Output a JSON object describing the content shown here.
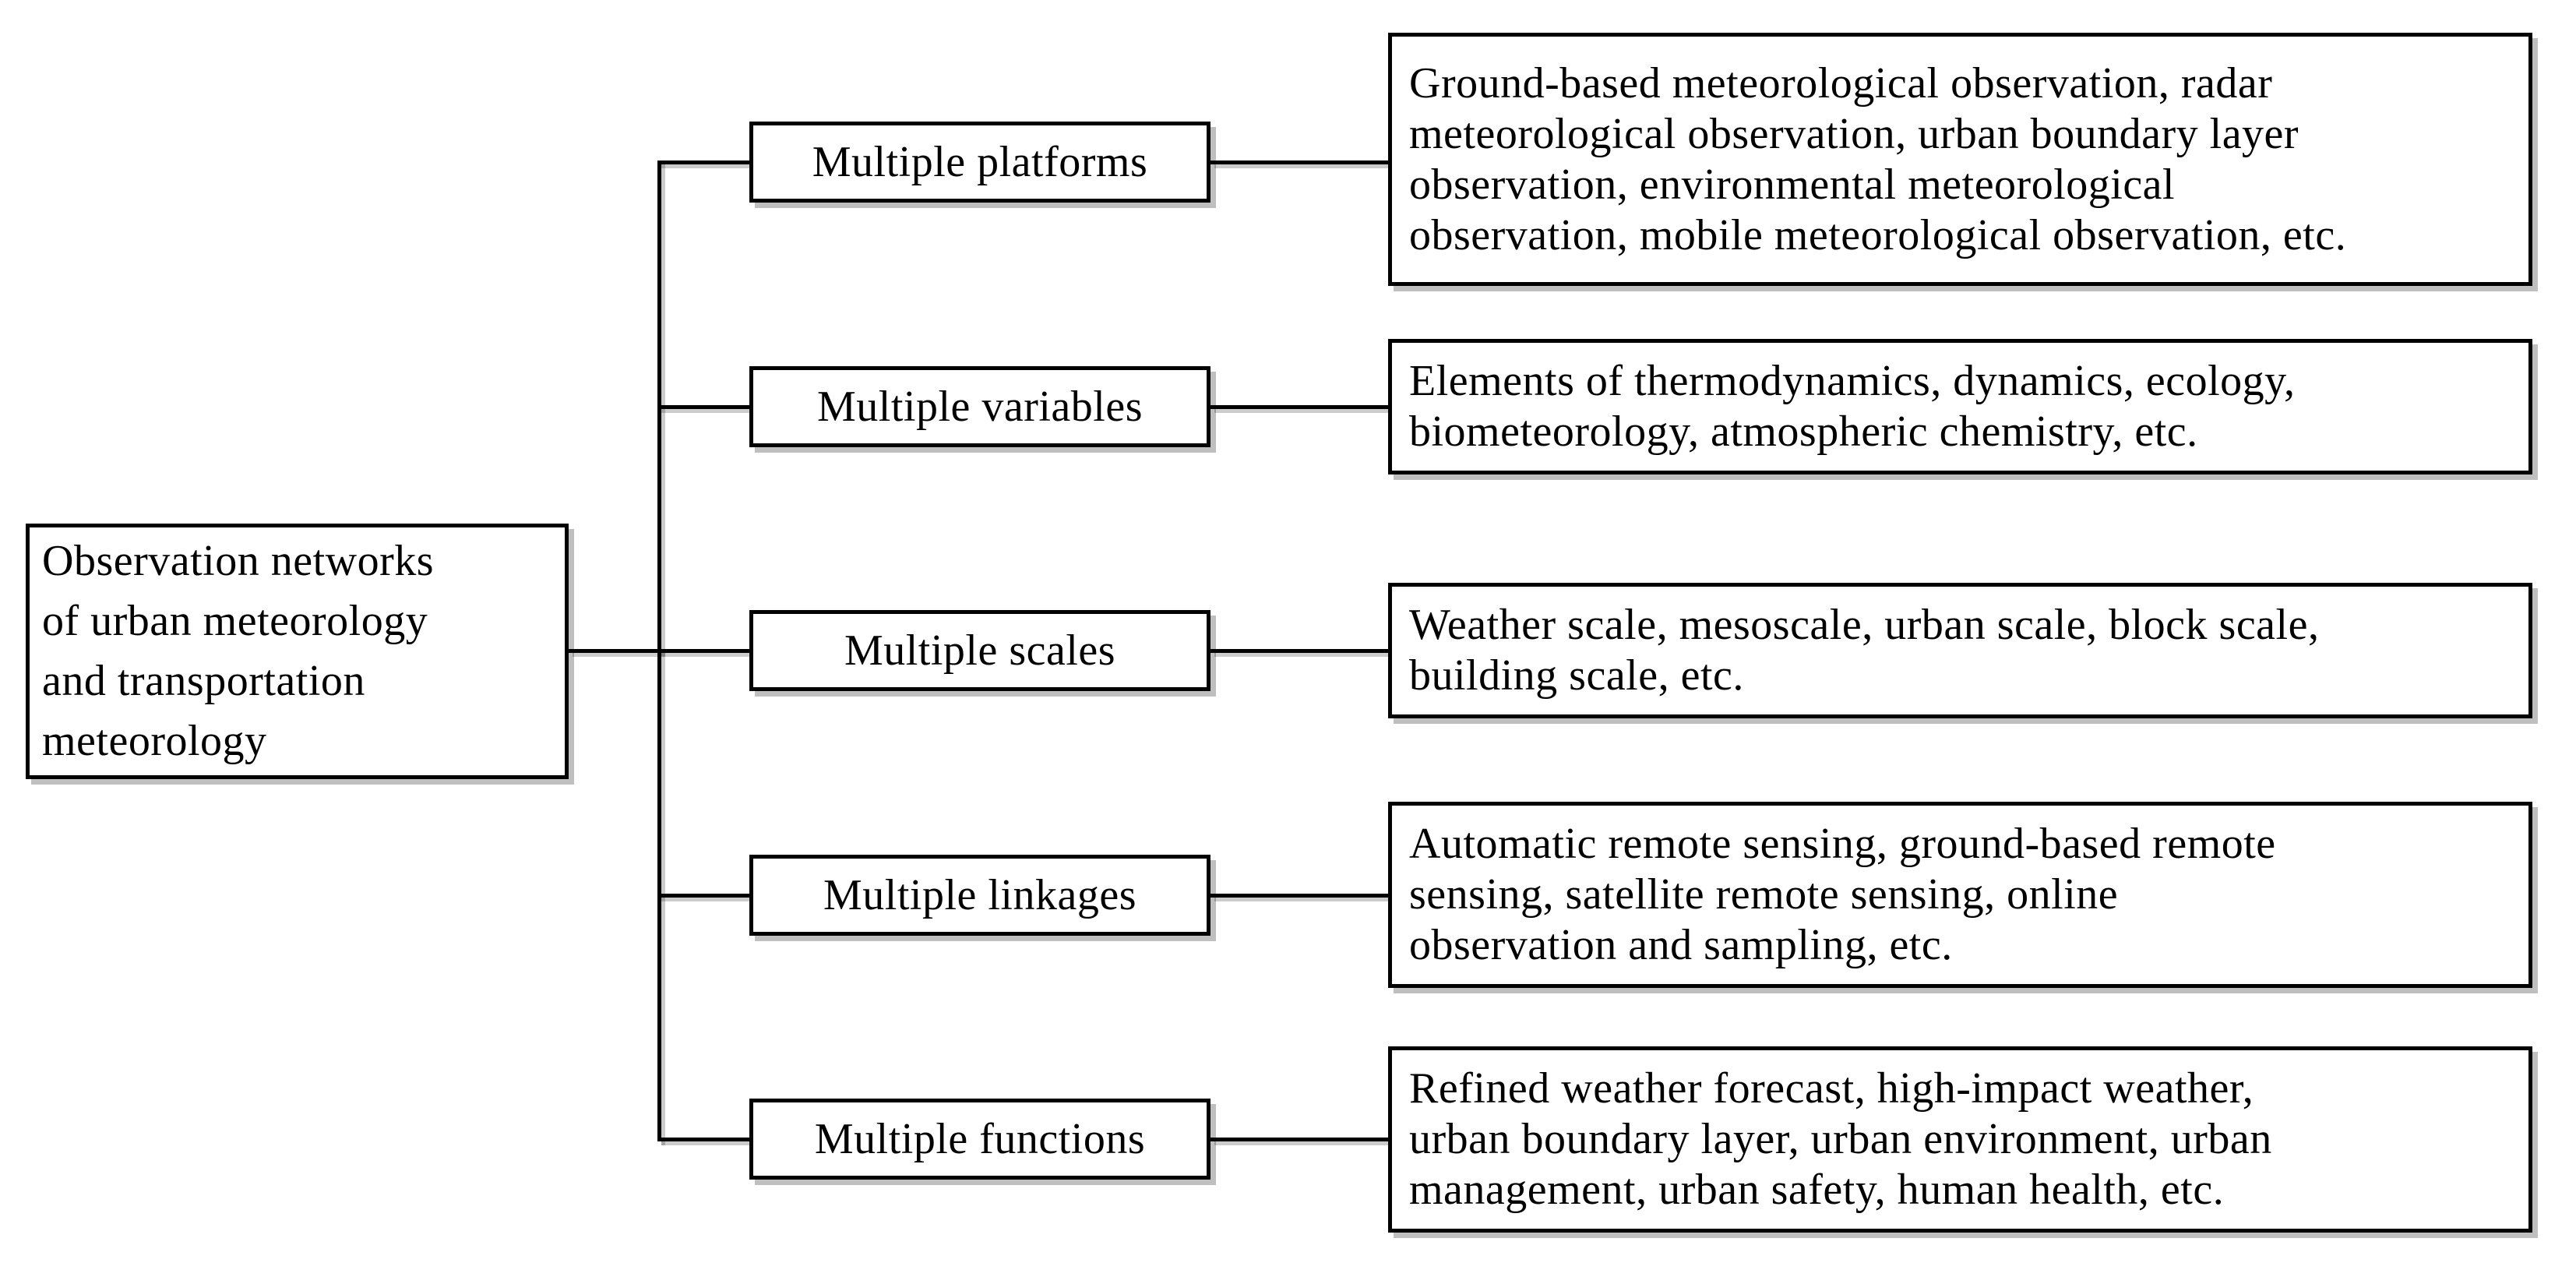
{
  "diagram": {
    "root": {
      "text": "Observation networks\nof urban meteorology\nand transportation\nmeteorology"
    },
    "rows": [
      {
        "label": "Multiple platforms",
        "description": "Ground-based meteorological observation, radar\nmeteorological observation, urban boundary layer\nobservation, environmental meteorological\nobservation, mobile meteorological observation, etc."
      },
      {
        "label": "Multiple variables",
        "description": "Elements of thermodynamics, dynamics, ecology,\nbiometeorology, atmospheric chemistry, etc."
      },
      {
        "label": "Multiple scales",
        "description": "Weather scale, mesoscale, urban scale, block scale,\nbuilding scale, etc."
      },
      {
        "label": "Multiple linkages",
        "description": "Automatic remote sensing, ground-based remote\nsensing, satellite remote sensing, online\nobservation and sampling, etc."
      },
      {
        "label": "Multiple functions",
        "description": "Refined weather forecast, high-impact weather,\nurban boundary layer, urban environment, urban\nmanagement, urban safety, human health, etc."
      }
    ],
    "colors": {
      "border": "#000000",
      "background": "#ffffff",
      "text": "#000000",
      "shadow": "#bfbfbf"
    }
  }
}
